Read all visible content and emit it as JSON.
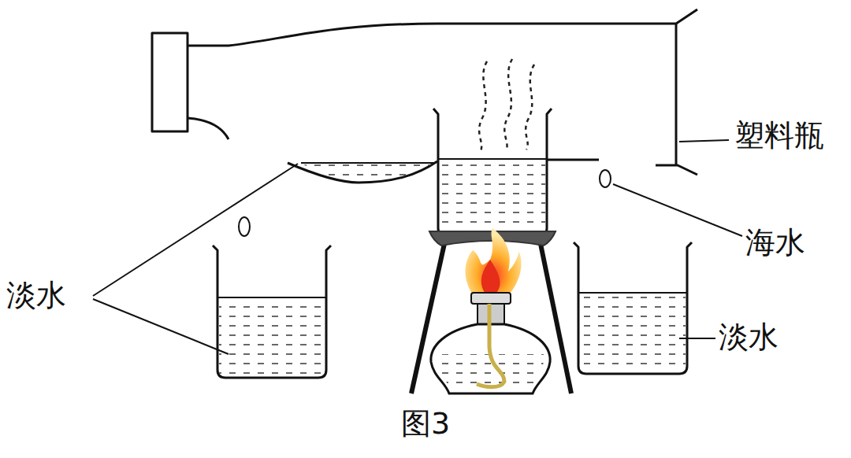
{
  "diagram": {
    "caption": "图3",
    "labels": [
      "塑料瓶",
      "海水",
      "淡水",
      "淡水"
    ]
  }
}
